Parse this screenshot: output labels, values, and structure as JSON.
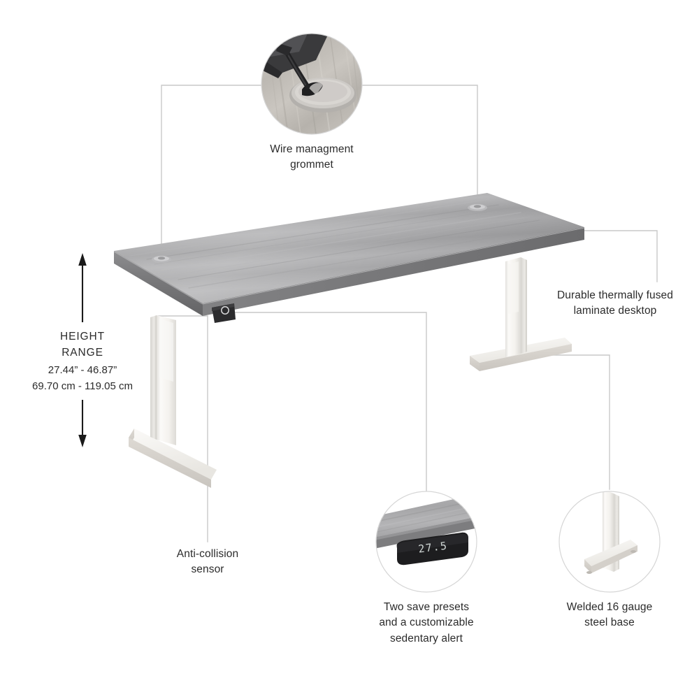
{
  "page": {
    "background_color": "#ffffff",
    "text_color": "#2b2b2b",
    "line_color": "#c9c9c9",
    "desk_top_color": "#a9a9ab",
    "desk_edge_color": "#6f6f71",
    "leg_color": "#f2f1ee",
    "sensor_color": "#2e2e30"
  },
  "callouts": {
    "grommet": {
      "label": "Wire managment\ngrommet",
      "image_alt": "close-up of desk grommet with cable"
    },
    "desktop": {
      "label": "Durable thermally fused\nlaminate desktop"
    },
    "sensor": {
      "label": "Anti-collision\nsensor"
    },
    "presets": {
      "label": "Two save presets\nand a customizable\nsedentary alert",
      "display_value": "27.5"
    },
    "base": {
      "label": "Welded 16 gauge\nsteel base"
    }
  },
  "height_range": {
    "title": "HEIGHT\nRANGE",
    "values": "27.44” - 46.87”\n69.70 cm - 119.05 cm"
  }
}
